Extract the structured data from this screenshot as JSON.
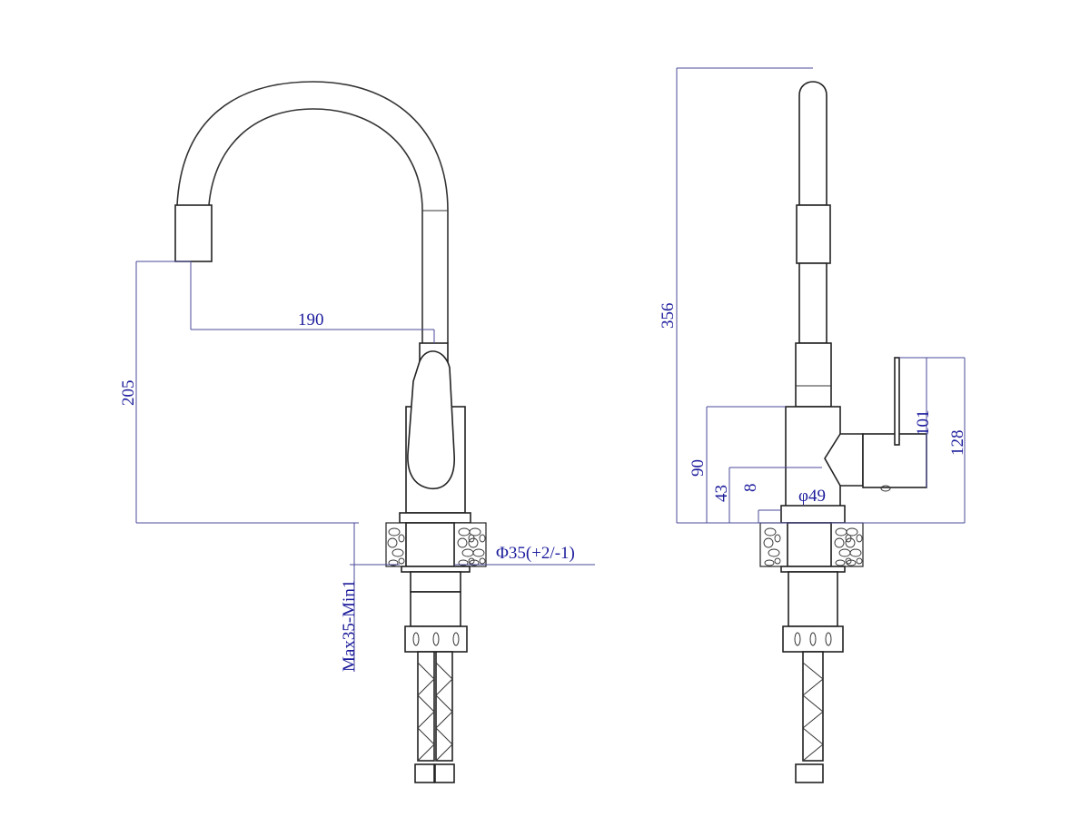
{
  "views": {
    "side_view": {
      "dimensions": {
        "spout_height": "205",
        "spout_reach": "190",
        "hole_diameter": "Φ35(+2/-1)",
        "counter_thickness": "Max35-Min1"
      }
    },
    "front_view": {
      "dimensions": {
        "total_height": "356",
        "body_height": "90",
        "handle_axis_height": "43",
        "base_plate_height": "8",
        "base_diameter": "φ49",
        "handle_length": "101",
        "handle_top_height": "128"
      }
    }
  },
  "colors": {
    "dimension_text": "#1c1c9c",
    "dimension_line": "#4a4a9a",
    "outline": "#222222"
  }
}
